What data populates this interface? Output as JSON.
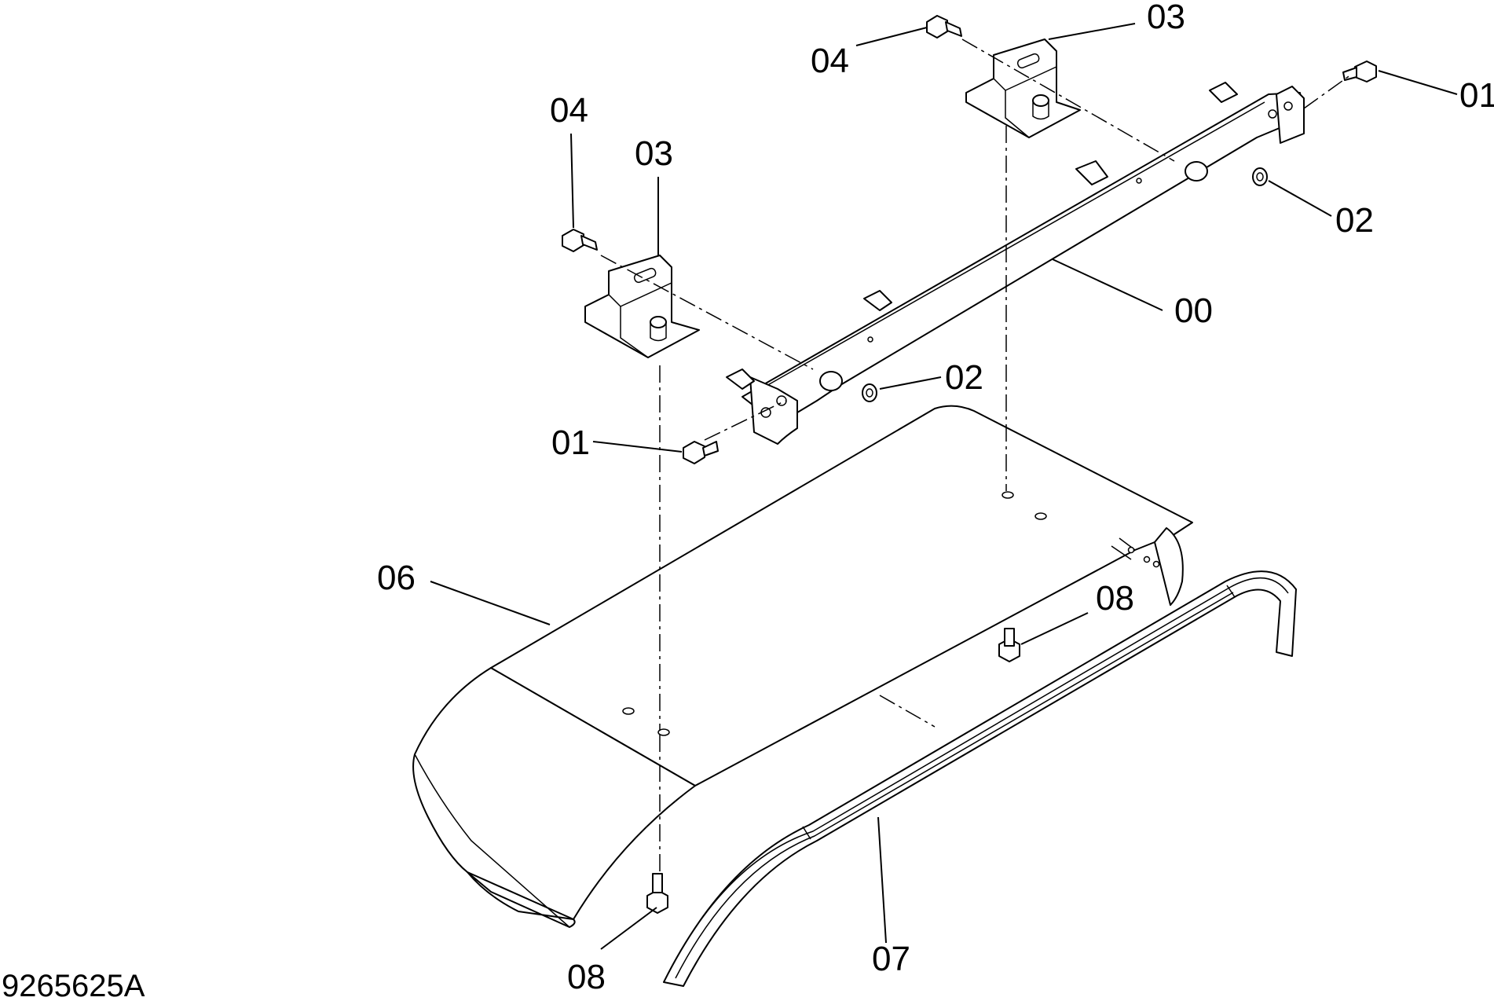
{
  "drawing_id": "9265625A",
  "callouts": {
    "c03_top": "03",
    "c04_top": "04",
    "c01_right": "01",
    "c02_right": "02",
    "c00": "00",
    "c04_left": "04",
    "c03_left": "03",
    "c02_mid": "02",
    "c01_left": "01",
    "c06": "06",
    "c08_right": "08",
    "c07": "07",
    "c08_bottom": "08"
  }
}
